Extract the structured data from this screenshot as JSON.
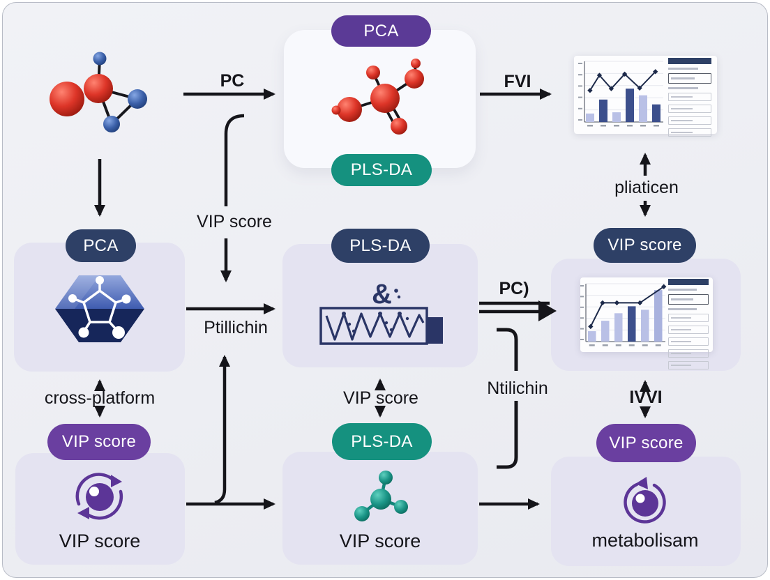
{
  "frame": {
    "background": "#edeef3",
    "border": "#b8bcc6"
  },
  "diagram": {
    "colors": {
      "purple_pill": "#5b3a96",
      "navy_pill": "#2e4066",
      "teal_pill": "#15917f",
      "violet_pill": "#6a3fa0",
      "lavender_box": "#e4e3f1",
      "arrow": "#15151a",
      "hexagon_blue_light": "#8ba1dd",
      "hexagon_blue_dark": "#16265a",
      "eye_purple": "#5c3597",
      "molecule_red": "#d93125",
      "molecule_blue": "#3a5fa8",
      "molecule_teal": "#1a9486"
    },
    "pills": {
      "pca_top": {
        "label": "PCA"
      },
      "plsda_top": {
        "label": "PLS-DA"
      },
      "pca_left": {
        "label": "PCA"
      },
      "plsda_mid": {
        "label": "PLS-DA"
      },
      "vip_top_right": {
        "label": "VIP score"
      },
      "vip_left": {
        "label": "VIP score"
      },
      "plsda_center": {
        "label": "PLS-DA"
      },
      "vip_right": {
        "label": "VIP score"
      }
    },
    "captions": {
      "left_bottom": "VIP score",
      "center_bottom": "VIP score",
      "right_bottom": "metabolisam"
    },
    "edge_labels": {
      "pc": "PC",
      "fvi": "FVI",
      "vip_drop": "VIP score",
      "pliaticen": "pliaticen",
      "cross_platform": "cross-platform",
      "ptillichin": "Ptillichin",
      "vip_center": "VIP score",
      "pc_paren": "PC)",
      "ntilichin": "Ntilichin",
      "ivvi": "IVVI"
    },
    "icons": {
      "ampersand": "&"
    }
  },
  "chart_data": [
    {
      "type": "bar",
      "subtype": "bar+line thumbnail",
      "title": "",
      "categories": [
        "",
        "",
        "",
        "",
        "",
        ""
      ],
      "bar_values_pct": [
        14,
        37,
        16,
        55,
        44,
        29
      ],
      "bar_colors": [
        "#b9c0e6",
        "#3c4f8c",
        "#b9c0e6",
        "#3c4f8c",
        "#b9c0e6",
        "#3c4f8c"
      ],
      "line_values_pct": [
        52,
        77,
        55,
        79,
        56,
        83
      ],
      "line_x_pct": [
        7,
        19,
        34,
        51,
        70,
        90
      ],
      "line_color": "#1d2a4a",
      "note": "axis tick and category labels illegible at source resolution",
      "legend_panel": {
        "header_color": "#2e4066",
        "rows": 6,
        "highlighted_row": 2
      }
    },
    {
      "type": "bar",
      "subtype": "bar+line thumbnail",
      "title": "",
      "categories": [
        "",
        "",
        "",
        "",
        "",
        ""
      ],
      "bar_values_pct": [
        18,
        36,
        49,
        61,
        55,
        89
      ],
      "bar_colors": [
        "#b9c0e6",
        "#b9c0e6",
        "#b9c0e6",
        "#3c4f8c",
        "#b9c0e6",
        "#a9b2de"
      ],
      "line_values_pct": [
        26,
        67,
        67,
        67,
        95
      ],
      "line_x_pct": [
        6,
        21,
        39,
        68,
        98
      ],
      "line_color": "#1d2a4a",
      "note": "axis tick and category labels illegible at source resolution",
      "legend_panel": {
        "header_color": "#2e4066",
        "rows": 7,
        "highlighted_row": 2
      }
    }
  ]
}
